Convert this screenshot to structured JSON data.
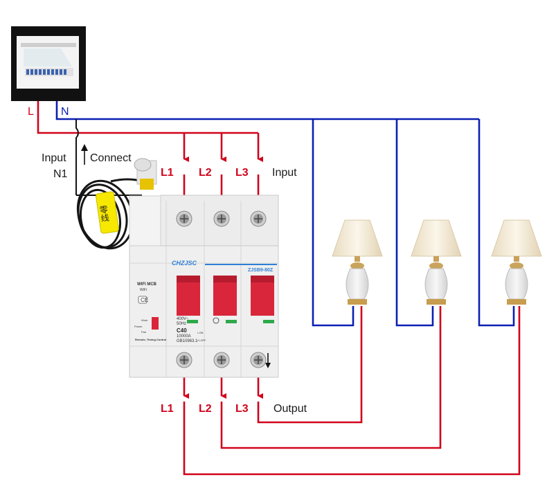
{
  "colors": {
    "live": "#d0021b",
    "neutral": "#0a1fb3",
    "text": "#1a1a1a",
    "breaker_lever": "#d9263b"
  },
  "panel": {
    "l_label": "L",
    "n_label": "N"
  },
  "input_block": {
    "input_label": "Input",
    "n1_label": "N1",
    "connect_label": "Connect"
  },
  "top_phases": {
    "l1": "L1",
    "l2": "L2",
    "l3": "L3",
    "input_label": "Input"
  },
  "bottom_phases": {
    "l1": "L1",
    "l2": "L2",
    "l3": "L3",
    "output_label": "Output"
  },
  "tag_text": "零线",
  "breaker": {
    "brand": "CHZJSC",
    "model": "ZJSB9-80Z",
    "wifi_mcb": "WIFI MCB",
    "wifi_badge": "WiFi",
    "ce": "CE",
    "rating": "C40",
    "voltage": "400V~",
    "freq": "50Hz",
    "breaking": "10000A",
    "standard": "GB10963.1",
    "work": "Work",
    "power": "Power",
    "pair": "Pair",
    "on": "I-ON",
    "off": "O-OFF",
    "remote": "Remote, Timing Control"
  }
}
